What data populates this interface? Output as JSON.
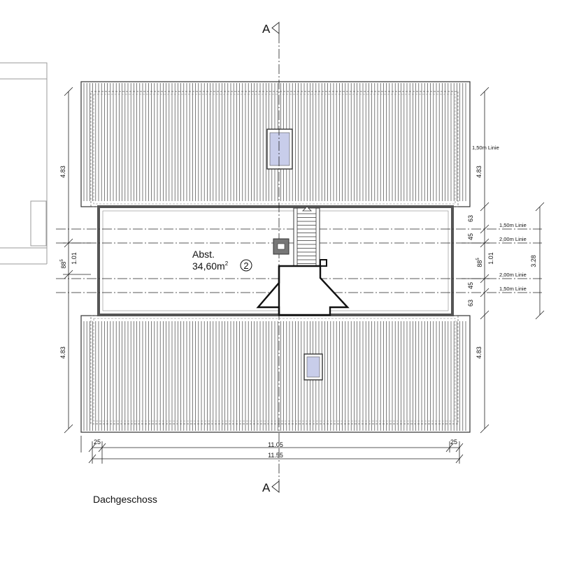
{
  "drawing": {
    "title": "Dachgeschoss",
    "section_marker": "A",
    "room": {
      "name": "Abst.",
      "area": "34,60m",
      "area_sup": "2",
      "number": "2"
    },
    "roof_left_height": "4.83",
    "roof_right_height": "4.83",
    "left_mid": {
      "total": "1.01",
      "sub": "88",
      "sub_sup": "5"
    },
    "right_mid": {
      "total": "1.01",
      "sub": "88",
      "sub_sup": "5"
    },
    "right_side_dims": [
      "63",
      "45",
      "45",
      "63"
    ],
    "right_total": "3.28",
    "line_labels": {
      "roof_15": "1,50m Linie",
      "top_15": "1,50m Linie",
      "top_20": "2,00m Linie",
      "bot_20": "2,00m Linie",
      "bot_15": "1,50m Linie"
    },
    "bottom_dims": {
      "overhang_left": "25",
      "inner": "11.05",
      "overhang_right": "25",
      "total": "11.55"
    }
  }
}
